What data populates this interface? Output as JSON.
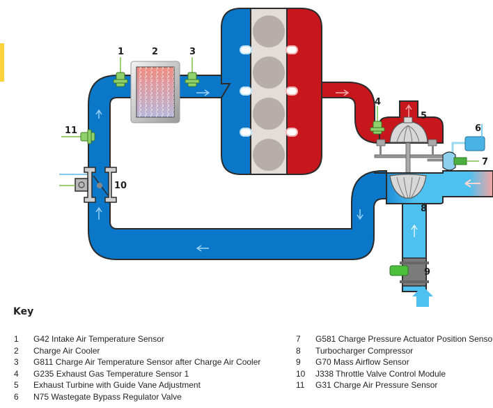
{
  "diagram": {
    "title": "Turbocharger charge air system",
    "callouts": [
      "1",
      "2",
      "3",
      "4",
      "5",
      "6",
      "7",
      "8",
      "9",
      "10",
      "11"
    ],
    "colors": {
      "charge_air": "#0a77c9",
      "intake_air": "#4ec1f0",
      "exhaust": "#c8161d",
      "fresh_air_inlet": "#f7a5a2",
      "sensor_green": "#7ac143",
      "engine_block": "#e3ddd9",
      "cylinder": "#b7aeab",
      "outline": "#2b2b2b",
      "accent_tab": "#fbd43c"
    },
    "flow_arrows": [
      "up",
      "right",
      "right",
      "up",
      "down",
      "left",
      "left",
      "up",
      "up"
    ]
  },
  "key": {
    "title": "Key",
    "items_left": [
      {
        "num": "1",
        "label": "G42 Intake Air Temperature Sensor"
      },
      {
        "num": "2",
        "label": "Charge Air Cooler"
      },
      {
        "num": "3",
        "label": "G811 Charge Air Temperature Sensor after Charge Air Cooler"
      },
      {
        "num": "4",
        "label": "G235 Exhaust Gas Temperature Sensor 1"
      },
      {
        "num": "5",
        "label": "Exhaust Turbine with Guide Vane Adjustment"
      },
      {
        "num": "6",
        "label": "N75 Wastegate Bypass Regulator Valve"
      }
    ],
    "items_right": [
      {
        "num": "7",
        "label": "G581 Charge Pressure Actuator Position Sensor"
      },
      {
        "num": "8",
        "label": "Turbocharger Compressor"
      },
      {
        "num": "9",
        "label": "G70 Mass Airflow Sensor"
      },
      {
        "num": "10",
        "label": "J338 Throttle Valve Control Module"
      },
      {
        "num": "11",
        "label": "G31 Charge Air Pressure Sensor"
      }
    ]
  }
}
